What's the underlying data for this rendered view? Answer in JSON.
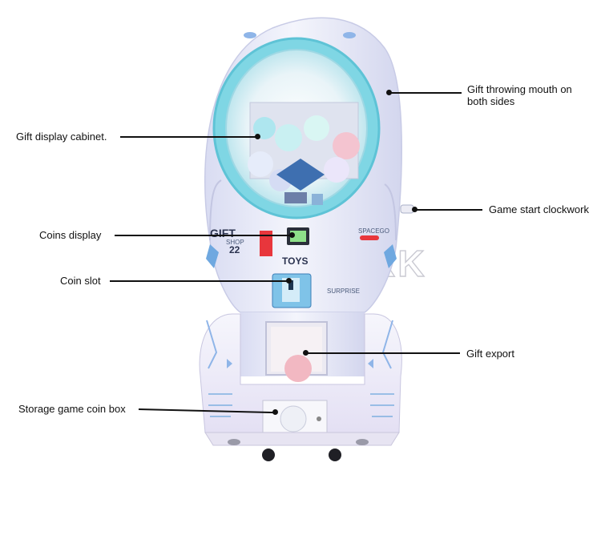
{
  "annotations": {
    "gift_throwing_mouth": {
      "line1": "Gift throwing mouth on",
      "line2": "both sides"
    },
    "gift_display_cabinet": "Gift display cabinet.",
    "game_start_clockwork": "Game start clockwork",
    "coins_display": "Coins display",
    "coin_slot": "Coin slot",
    "gift_export": "Gift export",
    "storage_game_coin_box": "Storage game coin box"
  },
  "machine_markings": {
    "gift_logo": "GIFT",
    "shop_text": "SHOP",
    "number": "22",
    "toys_text": "TOYS",
    "space_label": "SPACEGO",
    "surprise_label": "SURPRISE",
    "watermark": "EPARK"
  },
  "colors": {
    "shell": "#eef0fb",
    "accent": "#5fd0e0",
    "lcd": "#8ee08a",
    "logo_red": "#e8363c"
  }
}
